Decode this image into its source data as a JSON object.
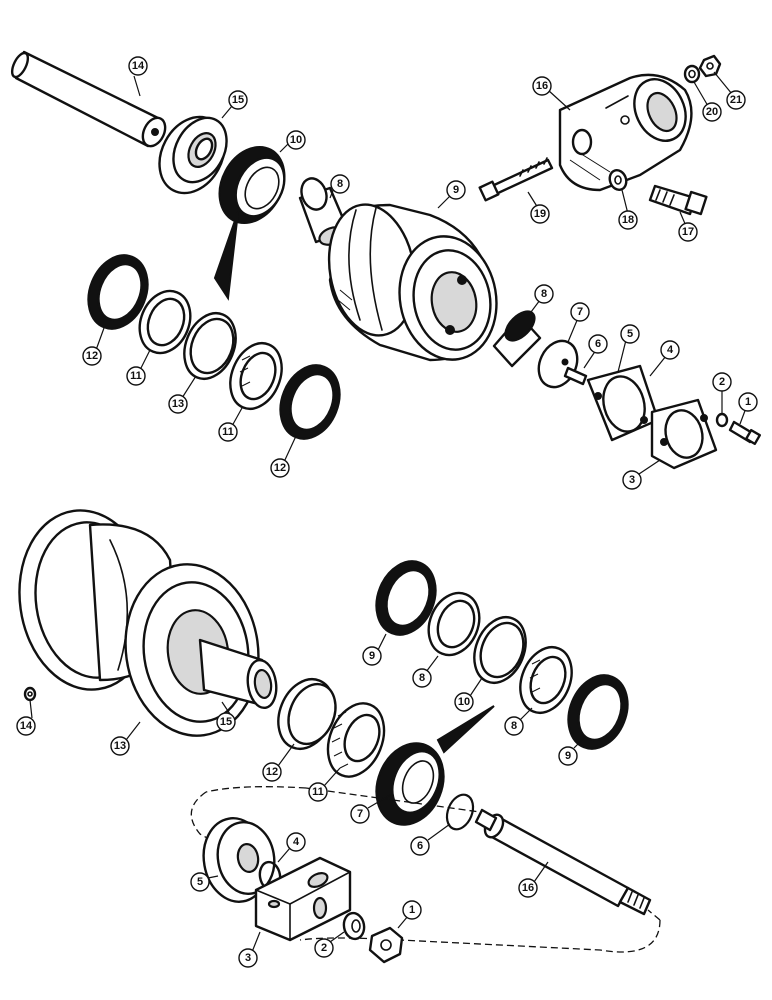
{
  "upper_assembly": {
    "callouts": [
      "14",
      "15",
      "10",
      "8",
      "9",
      "16",
      "19",
      "18",
      "17",
      "20",
      "21",
      "12",
      "11",
      "13",
      "11",
      "12",
      "8",
      "7",
      "6",
      "5",
      "4",
      "2",
      "1",
      "3"
    ]
  },
  "lower_assembly": {
    "callouts": [
      "9",
      "8",
      "10",
      "8",
      "9",
      "14",
      "13",
      "15",
      "12",
      "11",
      "7",
      "6",
      "16",
      "5",
      "4",
      "3",
      "2",
      "1"
    ]
  }
}
